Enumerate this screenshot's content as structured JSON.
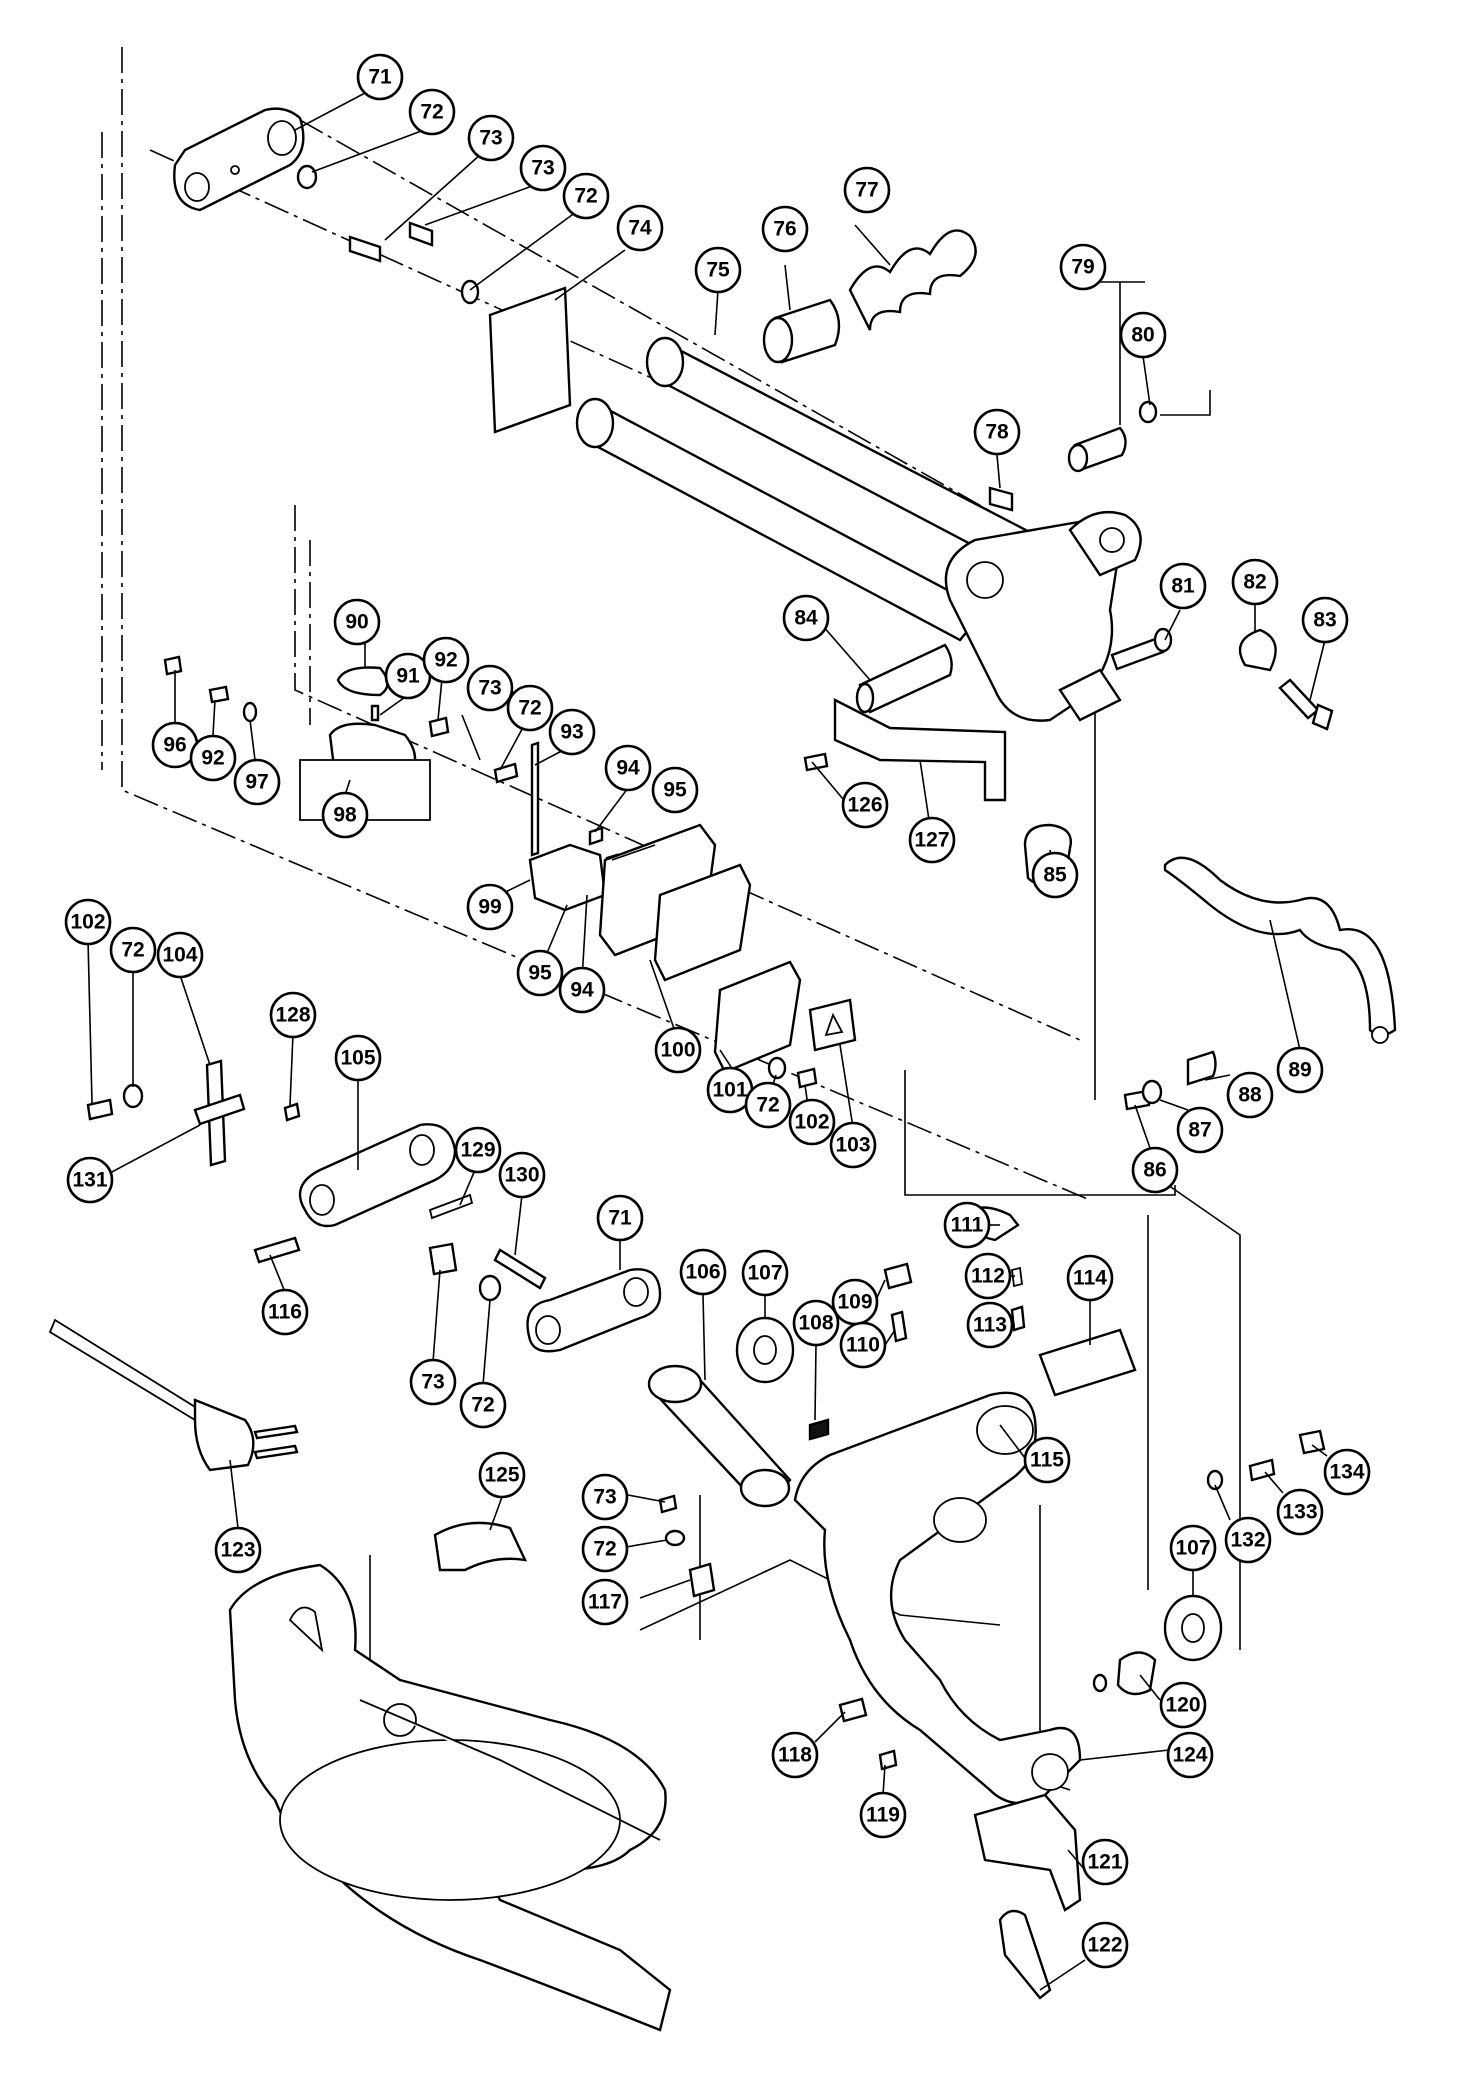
{
  "callouts": [
    {
      "label": "71"
    },
    {
      "label": "72"
    },
    {
      "label": "73"
    },
    {
      "label": "73"
    },
    {
      "label": "72"
    },
    {
      "label": "74"
    },
    {
      "label": "75"
    },
    {
      "label": "76"
    },
    {
      "label": "77"
    },
    {
      "label": "79"
    },
    {
      "label": "80"
    },
    {
      "label": "78"
    },
    {
      "label": "81"
    },
    {
      "label": "82"
    },
    {
      "label": "83"
    },
    {
      "label": "84"
    },
    {
      "label": "126"
    },
    {
      "label": "127"
    },
    {
      "label": "85"
    },
    {
      "label": "89"
    },
    {
      "label": "88"
    },
    {
      "label": "87"
    },
    {
      "label": "86"
    },
    {
      "label": "90"
    },
    {
      "label": "91"
    },
    {
      "label": "92"
    },
    {
      "label": "73"
    },
    {
      "label": "72"
    },
    {
      "label": "93"
    },
    {
      "label": "96"
    },
    {
      "label": "92"
    },
    {
      "label": "97"
    },
    {
      "label": "98"
    },
    {
      "label": "94"
    },
    {
      "label": "95"
    },
    {
      "label": "99"
    },
    {
      "label": "95"
    },
    {
      "label": "94"
    },
    {
      "label": "100"
    },
    {
      "label": "101"
    },
    {
      "label": "72"
    },
    {
      "label": "102"
    },
    {
      "label": "103"
    },
    {
      "label": "102"
    },
    {
      "label": "72"
    },
    {
      "label": "104"
    },
    {
      "label": "131"
    },
    {
      "label": "128"
    },
    {
      "label": "105"
    },
    {
      "label": "129"
    },
    {
      "label": "130"
    },
    {
      "label": "116"
    },
    {
      "label": "73"
    },
    {
      "label": "72"
    },
    {
      "label": "71"
    },
    {
      "label": "106"
    },
    {
      "label": "107"
    },
    {
      "label": "108"
    },
    {
      "label": "109"
    },
    {
      "label": "110"
    },
    {
      "label": "111"
    },
    {
      "label": "112"
    },
    {
      "label": "113"
    },
    {
      "label": "114"
    },
    {
      "label": "115"
    },
    {
      "label": "123"
    },
    {
      "label": "125"
    },
    {
      "label": "73"
    },
    {
      "label": "72"
    },
    {
      "label": "117"
    },
    {
      "label": "134"
    },
    {
      "label": "133"
    },
    {
      "label": "132"
    },
    {
      "label": "107"
    },
    {
      "label": "120"
    },
    {
      "label": "124"
    },
    {
      "label": "118"
    },
    {
      "label": "119"
    },
    {
      "label": "121"
    },
    {
      "label": "122"
    }
  ]
}
